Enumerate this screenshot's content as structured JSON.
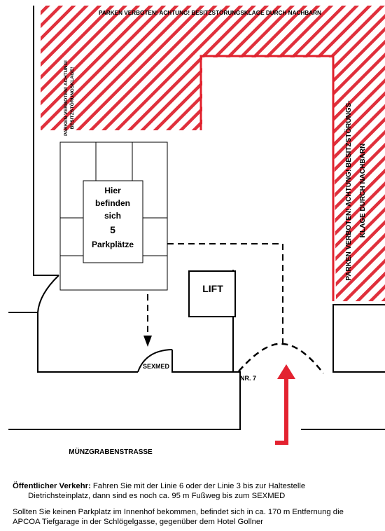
{
  "labels": {
    "top_warning": "PARKEN VERBOTEN! ACHTUNG! BESITZSTÖRUNGSKLAGE DURCH NACHBARN",
    "left_warning_line1": "PARKEN VERBOTEN! ACHTUNG!",
    "left_warning_line2": "BESITZSTÖRUNGSKLAGE!",
    "right_warning_line1": "PARKEN VERBOTEN! ACHTUNG! BESITZSTÖRUNGS-",
    "right_warning_line2": "KLAGE DURCH NACHBARN",
    "parking_box_line1": "Hier",
    "parking_box_line2": "befinden",
    "parking_box_line3": "sich",
    "parking_box_line4": "5",
    "parking_box_line5": "Parkplätze",
    "lift": "LIFT",
    "sexmed": "SEXMED",
    "nr7": "NR. 7",
    "street": "MÜNZGRABENSTRASSE"
  },
  "footer": {
    "p1_bold": "Öffentlicher Verkehr:",
    "p1_text_a": " Fahren Sie mit der Linie 6 oder der Linie 3 bis zur Haltestelle",
    "p1_text_b": "Dietrichsteinplatz, dann sind es noch ca. 95 m  Fußweg bis zum  SEXMED",
    "p2_line1": "Sollten Sie keinen Parkplatz im Innenhof bekommen, befindet sich in ca. 170 m Entfernung die",
    "p2_line2": "APCOA Tiefgarage in der  Schlögelgasse, gegenüber dem  Hotel Gollner"
  },
  "colors": {
    "hatch": "#e0303c",
    "border_red": "#e0202c",
    "arrow_red": "#e32230",
    "line": "#000000"
  }
}
